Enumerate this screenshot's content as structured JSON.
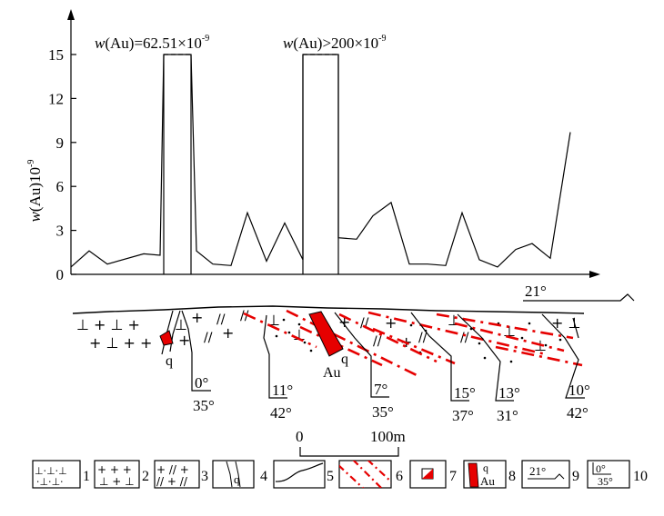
{
  "chart_data": {
    "type": "line",
    "ylabel_var": "w",
    "ylabel_rest": "(Au)10",
    "ylabel_exp": "-9",
    "yticks": [
      "0",
      "3",
      "6",
      "9",
      "12",
      "15"
    ],
    "ylim": [
      0,
      15
    ],
    "y": [
      0.5,
      1.6,
      0.7,
      1.4,
      1.3,
      15,
      15,
      1.6,
      0.7,
      0.6,
      4.2,
      0.9,
      3.5,
      1.0,
      15,
      15,
      2.5,
      2.4,
      4.0,
      4.9,
      0.7,
      0.7,
      0.6,
      4.2,
      1.0,
      0.5,
      1.7,
      2.1,
      1.1,
      9.7
    ],
    "annotations": [
      {
        "var": "w",
        "text": "(Au)=62.51×10",
        "exp": "-9"
      },
      {
        "var": "w",
        "text": "(Au)>200×10",
        "exp": "-9"
      }
    ]
  },
  "section": {
    "top_dip": "21°",
    "vein_label": "q",
    "ore_label": "Au",
    "dips": [
      {
        "dir": "0°",
        "ang": "35°"
      },
      {
        "dir": "11°",
        "ang": "42°"
      },
      {
        "dir": "7°",
        "ang": "35°"
      },
      {
        "dir": "15°",
        "ang": "37°"
      },
      {
        "dir": "13°",
        "ang": "31°"
      },
      {
        "dir": "10°",
        "ang": "42°"
      }
    ]
  },
  "scale": {
    "start": "0",
    "end": "100m"
  },
  "legend": {
    "numbers": [
      "1",
      "2",
      "3",
      "4",
      "5",
      "6",
      "7",
      "8",
      "9",
      "10"
    ],
    "q": "q",
    "au": "Au",
    "dip9": "21°",
    "dir10": "0°",
    "ang10": "35°"
  }
}
